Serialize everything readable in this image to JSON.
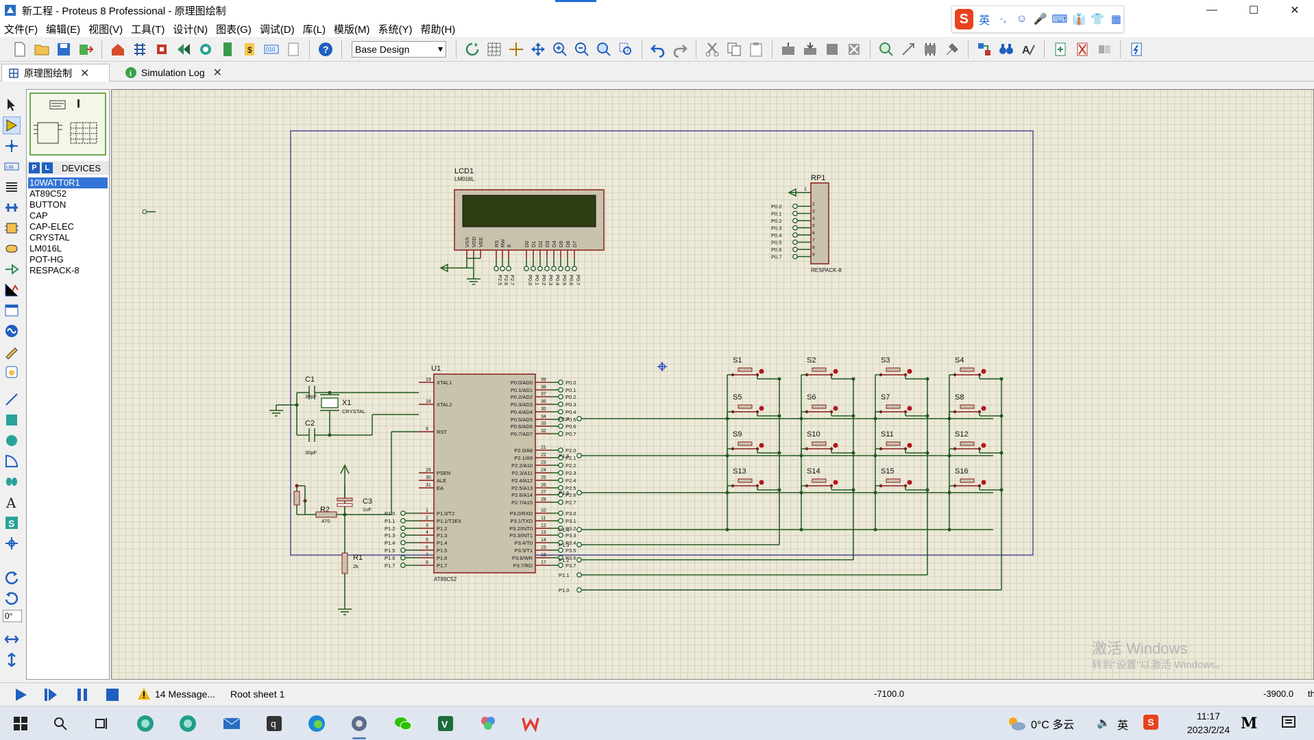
{
  "window": {
    "title": "新工程 - Proteus 8 Professional - 原理图绘制",
    "minimize": "—",
    "maximize": "☐",
    "close": "✕"
  },
  "ime": {
    "lang": "英",
    "items": [
      "·,",
      "☺",
      "🎤",
      "⌨",
      "👔",
      "👕",
      "▦"
    ]
  },
  "menu": [
    "文件(F)",
    "编辑(E)",
    "视图(V)",
    "工具(T)",
    "设计(N)",
    "图表(G)",
    "调试(D)",
    "库(L)",
    "模版(M)",
    "系统(Y)",
    "帮助(H)"
  ],
  "toolbar": {
    "design_select": "Base Design"
  },
  "tabs": [
    {
      "label": "原理图绘制",
      "icon": "schematic-icon"
    },
    {
      "label": "Simulation Log",
      "icon": "info-icon"
    }
  ],
  "devices": {
    "p_label": "P",
    "l_label": "L",
    "header": "DEVICES",
    "items": [
      "10WATT0R1",
      "AT89C52",
      "BUTTON",
      "CAP",
      "CAP-ELEC",
      "CRYSTAL",
      "LM016L",
      "POT-HG",
      "RESPACK-8"
    ],
    "selected_index": 0
  },
  "rotation": "0°",
  "schematic": {
    "lcd": {
      "ref": "LCD1",
      "part": "LM016L",
      "pins": [
        "VSS",
        "VDD",
        "VEE",
        "RS",
        "RW",
        "E",
        "D0",
        "D1",
        "D2",
        "D3",
        "D4",
        "D5",
        "D6",
        "D7"
      ],
      "pin_nets": [
        "P2.5",
        "P2.6",
        "P2.7",
        "P0.0",
        "P0.1",
        "P0.2",
        "P0.3",
        "P0.4",
        "P0.5",
        "P0.6",
        "P0.7"
      ]
    },
    "rp1": {
      "ref": "RP1",
      "part": "RESPACK-8",
      "first_pin": "1",
      "pins": [
        "P0.0",
        "P0.1",
        "P0.2",
        "P0.3",
        "P0.4",
        "P0.5",
        "P0.6",
        "P0.7"
      ]
    },
    "u1": {
      "ref": "U1",
      "part": "AT89C52",
      "left_pins": [
        {
          "num": "19",
          "name": "XTAL1"
        },
        {
          "num": "18",
          "name": "XTAL2"
        },
        {
          "num": "9",
          "name": "RST"
        },
        {
          "num": "29",
          "name": "PSEN"
        },
        {
          "num": "30",
          "name": "ALE"
        },
        {
          "num": "31",
          "name": "EA"
        },
        {
          "num": "1",
          "name": "P1.0/T2"
        },
        {
          "num": "2",
          "name": "P1.1/T2EX"
        },
        {
          "num": "3",
          "name": "P1.2"
        },
        {
          "num": "4",
          "name": "P1.3"
        },
        {
          "num": "5",
          "name": "P1.4"
        },
        {
          "num": "6",
          "name": "P1.5"
        },
        {
          "num": "7",
          "name": "P1.6"
        },
        {
          "num": "8",
          "name": "P1.7"
        }
      ],
      "left_nets": [
        "P1.0",
        "P1.1",
        "P1.2",
        "P1.3",
        "P1.4",
        "P1.5",
        "P1.6",
        "P1.7"
      ],
      "right_pins": [
        {
          "num": "39",
          "name": "P0.0/AD0",
          "net": "P0.0"
        },
        {
          "num": "38",
          "name": "P0.1/AD1",
          "net": "P0.1"
        },
        {
          "num": "37",
          "name": "P0.2/AD2",
          "net": "P0.2"
        },
        {
          "num": "36",
          "name": "P0.3/AD3",
          "net": "P0.3"
        },
        {
          "num": "35",
          "name": "P0.4/AD4",
          "net": "P0.4"
        },
        {
          "num": "34",
          "name": "P0.5/AD5",
          "net": "P0.5"
        },
        {
          "num": "33",
          "name": "P0.6/AD6",
          "net": "P0.6"
        },
        {
          "num": "32",
          "name": "P0.7/AD7",
          "net": "P0.7"
        },
        {
          "num": "21",
          "name": "P2.0/A8",
          "net": "P2.0"
        },
        {
          "num": "22",
          "name": "P2.1/A9",
          "net": "P2.1"
        },
        {
          "num": "23",
          "name": "P2.2/A10",
          "net": "P2.2"
        },
        {
          "num": "24",
          "name": "P2.3/A11",
          "net": "P2.3"
        },
        {
          "num": "25",
          "name": "P2.4/A12",
          "net": "P2.4"
        },
        {
          "num": "26",
          "name": "P2.5/A13",
          "net": "P2.5"
        },
        {
          "num": "27",
          "name": "P2.6/A14",
          "net": "P2.6"
        },
        {
          "num": "28",
          "name": "P2.7/A15",
          "net": "P2.7"
        },
        {
          "num": "10",
          "name": "P3.0/RXD",
          "net": "P3.0"
        },
        {
          "num": "11",
          "name": "P3.1/TXD",
          "net": "P3.1"
        },
        {
          "num": "12",
          "name": "P3.2/INT0",
          "net": "P3.2"
        },
        {
          "num": "13",
          "name": "P3.3/INT1",
          "net": "P3.3"
        },
        {
          "num": "14",
          "name": "P3.4/T0",
          "net": "P3.4"
        },
        {
          "num": "15",
          "name": "P3.5/T1",
          "net": "P3.5"
        },
        {
          "num": "16",
          "name": "P3.6/WR",
          "net": "P3.6"
        },
        {
          "num": "17",
          "name": "P3.7/RD",
          "net": "P3.7"
        }
      ]
    },
    "c1": {
      "ref": "C1",
      "value": "30pF"
    },
    "c2": {
      "ref": "C2",
      "value": "30pF"
    },
    "x1": {
      "ref": "X1",
      "part": "CRYSTAL"
    },
    "c3": {
      "ref": "C3",
      "value": "1uF"
    },
    "r2": {
      "ref": "R2",
      "value": "470"
    },
    "r1": {
      "ref": "R1",
      "value": "2k"
    },
    "switches": [
      "S1",
      "S2",
      "S3",
      "S4",
      "S5",
      "S6",
      "S7",
      "S8",
      "S9",
      "S10",
      "S11",
      "S12",
      "S13",
      "S14",
      "S15",
      "S16"
    ],
    "row_nets": [
      "P1.7",
      "P1.6",
      "P1.5",
      "P1.4"
    ],
    "col_nets": [
      "P1.3",
      "P1.2",
      "P1.1",
      "P1.0"
    ]
  },
  "watermark": {
    "line1": "激活 Windows",
    "line2": "转到\"设置\"以激活 Windows。"
  },
  "status": {
    "messages": "14 Message...",
    "sheet": "Root sheet 1",
    "x": "-7100.0",
    "y": "-3900.0",
    "units": "th"
  },
  "taskbar": {
    "weather": "0°C 多云",
    "ime": "英",
    "time": "11:17",
    "date": "2023/2/24"
  }
}
